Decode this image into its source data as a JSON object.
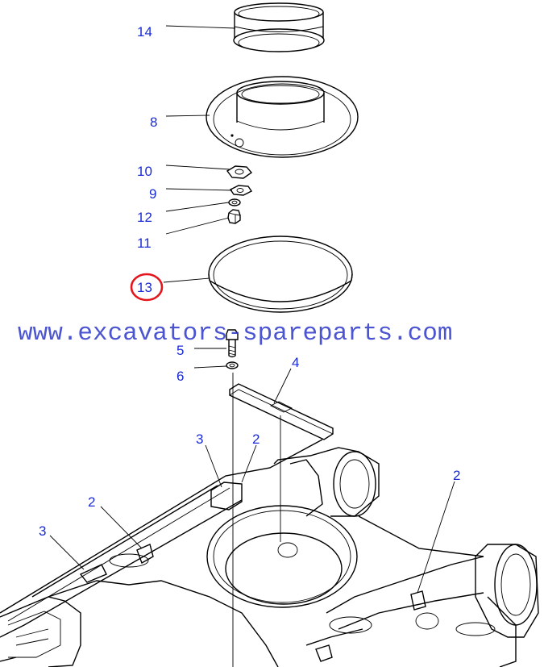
{
  "watermark": "www.excavators-spareparts.com",
  "highlighted_callout": "13",
  "callouts": {
    "c14": "14",
    "c8": "8",
    "c10": "10",
    "c9": "9",
    "c12": "12",
    "c11": "11",
    "c13": "13",
    "c5": "5",
    "c6": "6",
    "c4": "4",
    "c3a": "3",
    "c2a": "2",
    "c2b": "2",
    "c3b": "3",
    "c2c": "2"
  },
  "colors": {
    "callout": "#1a2bd6",
    "highlight": "#e3141b",
    "watermark": "#2b36c9",
    "line": "#000000"
  }
}
